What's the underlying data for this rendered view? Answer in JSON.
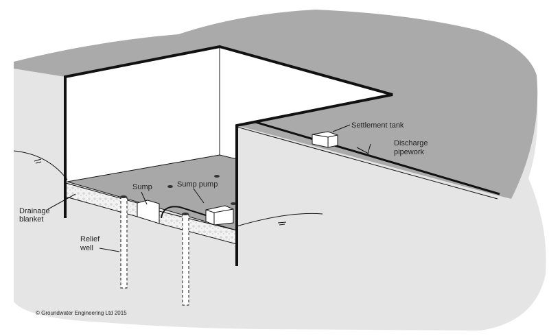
{
  "labels": {
    "settlement_tank": "Settlement tank",
    "discharge_1": "Discharge",
    "discharge_2": "pipework",
    "sump": "Sump",
    "sump_pump": "Sump pump",
    "drainage_1": "Drainage",
    "drainage_2": "blanket",
    "relief_1": "Relief",
    "relief_2": "well"
  },
  "copyright": "© Groundwater Engineering Ltd 2015",
  "colors": {
    "ground_top": "#aaaaaa",
    "ground_body": "#e5e5e5",
    "floor": "#a8a8a8",
    "line": "#111111"
  }
}
